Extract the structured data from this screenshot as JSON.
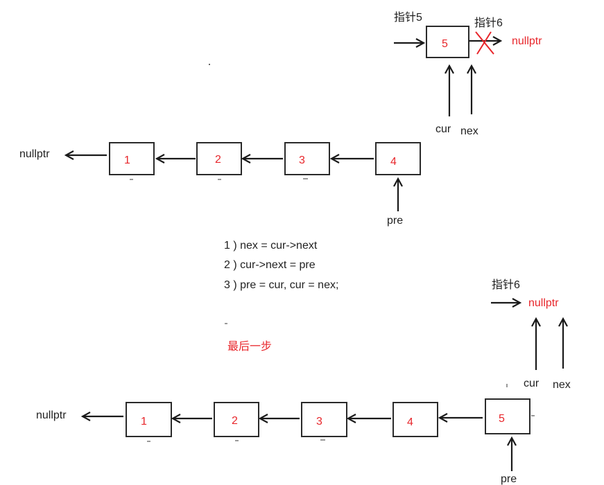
{
  "colors": {
    "text": "#222222",
    "accent_red": "#e8262b",
    "box_stroke": "#2a2a2a"
  },
  "top": {
    "pointer5_label": "指针5",
    "pointer6_label": "指针6",
    "node5_value": "5",
    "nullptr_right": "nullptr",
    "cur_label": "cur",
    "nex_label": "nex",
    "nullptr_left": "nullptr",
    "nodes": [
      "1",
      "2",
      "3",
      "4"
    ],
    "pre_label": "pre"
  },
  "steps": [
    "1 ) nex = cur->next",
    "2 ) cur->next = pre",
    "3 ) pre = cur, cur = nex;"
  ],
  "last_step_label": "最后一步",
  "bottom": {
    "pointer6_label": "指针6",
    "nullptr_right": "nullptr",
    "cur_label": "cur",
    "nex_label": "nex",
    "nullptr_left": "nullptr",
    "nodes": [
      "1",
      "2",
      "3",
      "4",
      "5"
    ],
    "pre_label": "pre"
  }
}
